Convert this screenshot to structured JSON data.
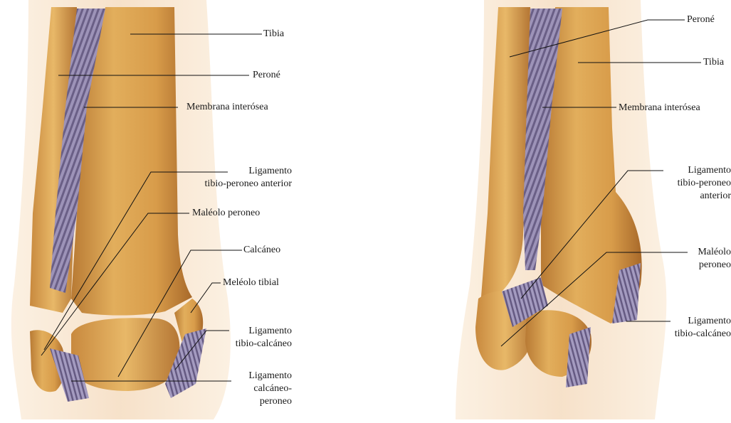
{
  "left_panel": {
    "labels": {
      "tibia": "Tibia",
      "perone": "Peroné",
      "membrana": "Membrana interósea",
      "lig_tp_ant_1": "Ligamento",
      "lig_tp_ant_2": "tibio-peroneo anterior",
      "maleolo_peroneo": "Maléolo peroneo",
      "calcaneo": "Calcáneo",
      "meleolo_tibial": "Meléolo tibial",
      "lig_tc_1": "Ligamento",
      "lig_tc_2": "tibio-calcáneo",
      "lig_cp_1": "Ligamento",
      "lig_cp_2": "calcáneo-",
      "lig_cp_3": "peroneo"
    }
  },
  "right_panel": {
    "labels": {
      "perone": "Peroné",
      "tibia": "Tibia",
      "membrana": "Membrana interósea",
      "lig_tp_ant_1": "Ligamento",
      "lig_tp_ant_2": "tibio-peroneo",
      "lig_tp_ant_3": "anterior",
      "maleolo_1": "Maléolo",
      "maleolo_2": "peroneo",
      "lig_tc_1": "Ligamento",
      "lig_tc_2": "tibio-calcáneo"
    }
  },
  "colors": {
    "bone": "#d9a24e",
    "bone_dark": "#a8692a",
    "bone_light": "#efc47a",
    "skin": "#f7e6d2",
    "ligament": "#8c80a8",
    "ligament_dark": "#5d5478",
    "line": "#111111"
  }
}
